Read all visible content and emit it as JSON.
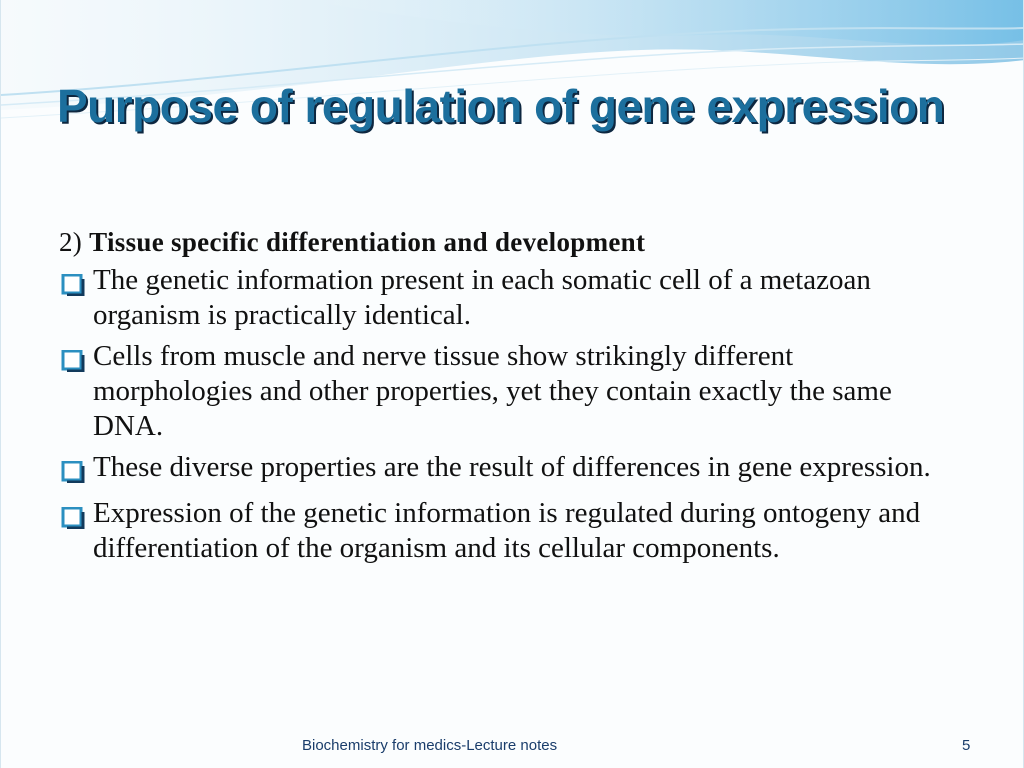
{
  "slide": {
    "title": "Purpose of regulation of gene expression",
    "subheading": {
      "number": "2)",
      "text": "Tissue specific differentiation and development"
    },
    "bullets": [
      "The genetic information present in each somatic cell of a metazoan organism is practically identical.",
      "Cells from muscle and nerve tissue show strikingly different morphologies and other properties, yet they contain exactly the same DNA.",
      "These diverse properties are the result of differences in gene expression.",
      "Expression of the genetic information is regulated during ontogeny and differentiation of the organism and its cellular components."
    ],
    "bullet_icon": "hollow-square-icon",
    "footer": {
      "text": "Biochemistry for medics-Lecture notes",
      "page_number": "5"
    },
    "colors": {
      "title": "#1c6f9d",
      "title_shadow": "#0d2740",
      "bullet": "#2b8fc0",
      "footer": "#1a3d6b"
    }
  }
}
